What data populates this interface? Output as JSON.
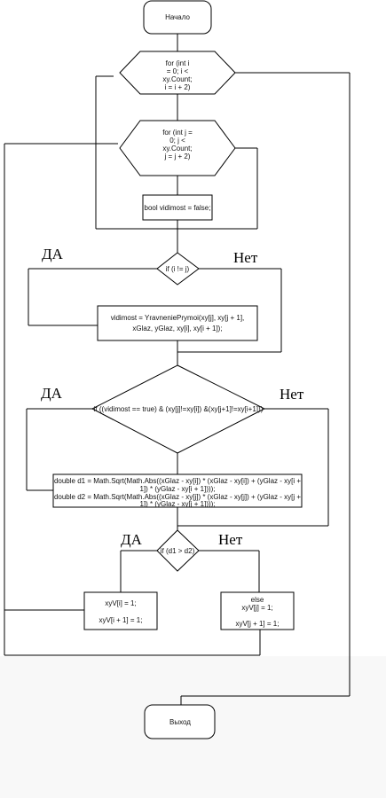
{
  "nodes": {
    "start": "Начало",
    "for_i": [
      "for (int i",
      "= 0; i <",
      "xy.Count;",
      "i = i + 2)"
    ],
    "for_j": [
      "for (int j =",
      "0; j <",
      "xy.Count;",
      "j = j + 2)"
    ],
    "bool_vidimost": "bool vidimost = false;",
    "if_i_ne_j": "if (i != j)",
    "vidimost_assign": [
      "vidimost = YravneniePrymoi(xy[j], xy[j + 1],",
      "xGlaz, yGlaz, xy[i], xy[i + 1]);"
    ],
    "if_vidimost": "if ((vidimost == true) & (xy[j]!=xy[i]) &(xy[j+1]!=xy[i+1]))",
    "distances": [
      "double d1 = Math.Sqrt(Math.Abs((xGlaz - xy[i]) * (xGlaz - xy[i]) + (yGlaz - xy[i +",
      "1]) * (yGlaz - xy[i + 1])));",
      "double d2 = Math.Sqrt(Math.Abs((xGlaz - xy[j]) * (xGlaz - xy[j]) + (yGlaz - xy[j +",
      "1]) * (yGlaz - xy[j + 1])));"
    ],
    "if_d1_d2": "if (d1 > d2)",
    "xyv_i": [
      "xyV[i] = 1;",
      "xyV[i + 1] = 1;"
    ],
    "else_block": [
      "else",
      "xyV[j] = 1;",
      "xyV[j + 1] = 1;"
    ],
    "exit": "Выход"
  },
  "labels": {
    "yes_1": "ДА",
    "no_1": "Нет",
    "yes_2": "ДА",
    "no_2": "Нет",
    "yes_3": "ДА",
    "no_3": "Нет"
  }
}
